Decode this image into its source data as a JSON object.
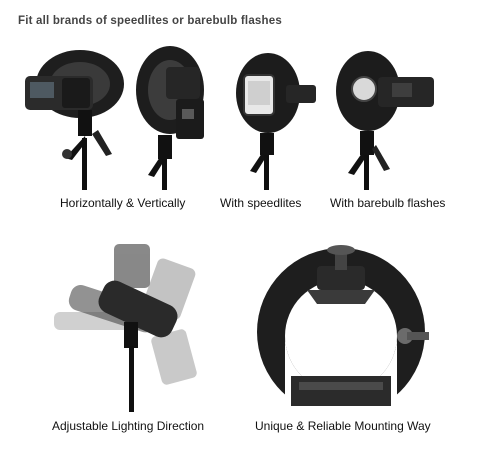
{
  "headline": "Fit all brands of speedlites or barebulb flashes",
  "captions": {
    "horizontal_vertical": "Horizontally & Vertically",
    "speedlites": "With speedlites",
    "barebulb": "With  barebulb flashes",
    "adjustable": "Adjustable Lighting Direction",
    "mounting": "Unique & Reliable Mounting Way"
  },
  "colors": {
    "metal": "#1c1c1c",
    "dark": "#0b0b0b",
    "gray": "#6b6b6b",
    "ghost": "#b9b9b9"
  }
}
